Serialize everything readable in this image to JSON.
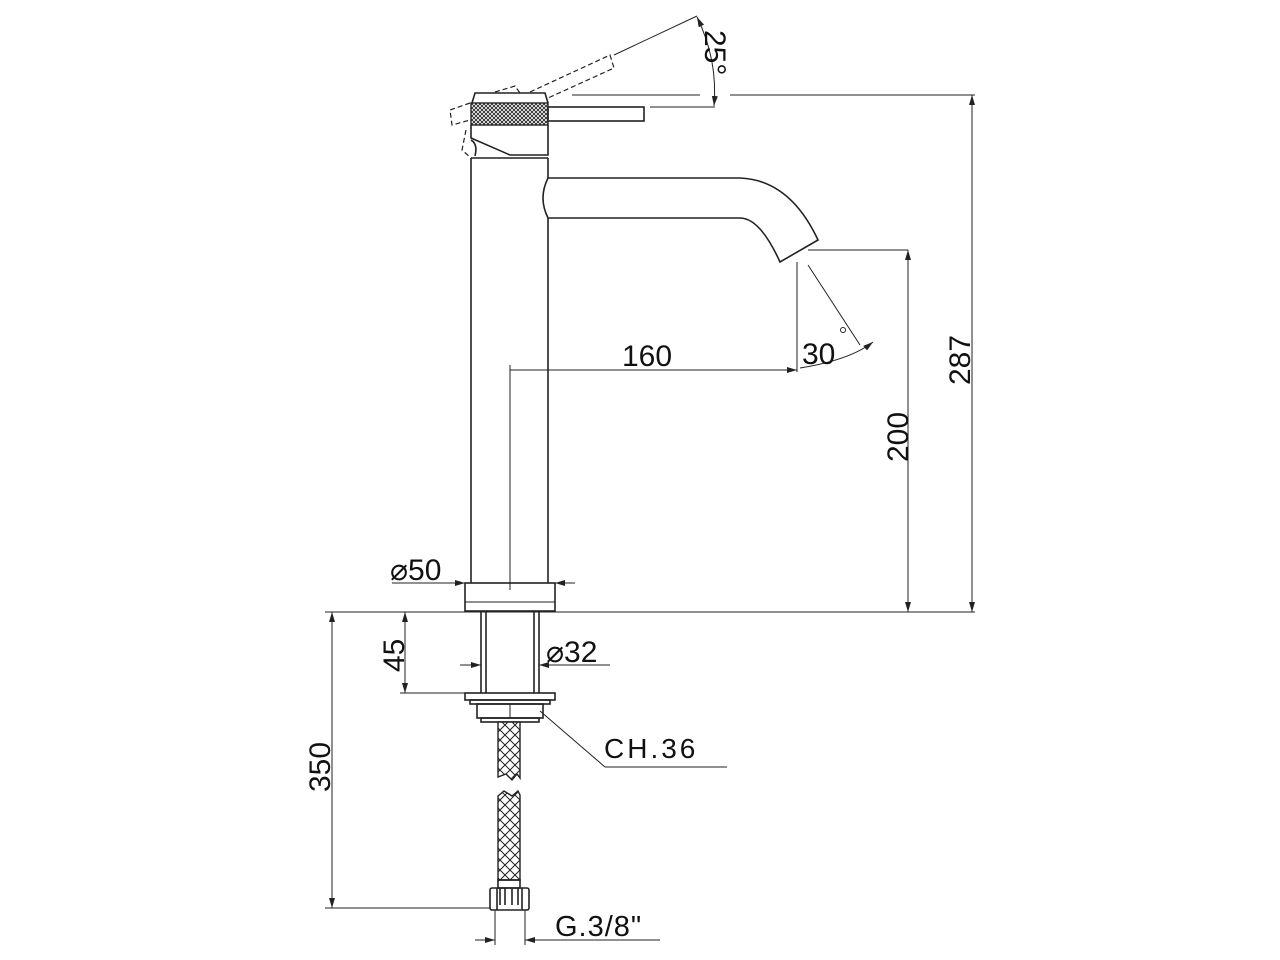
{
  "drawing": {
    "dimensions": {
      "lever_angle": "25°",
      "spout_angle": "30",
      "spout_reach": "160",
      "spout_height": "200",
      "total_height": "287",
      "body_diameter": "⌀50",
      "shank_diameter": "⌀32",
      "shank_length": "45",
      "hose_length": "350"
    },
    "labels": {
      "nut_size": "CH.36",
      "connection_thread": "G.3/8\""
    }
  }
}
